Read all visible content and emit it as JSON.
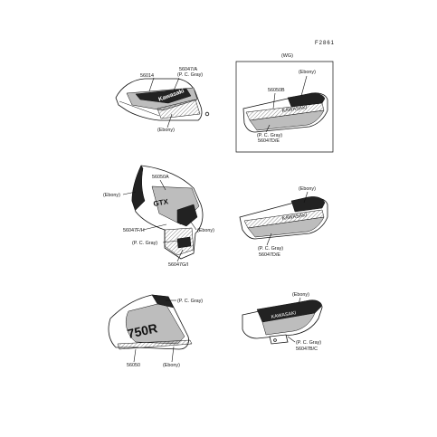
{
  "figure_id": "F2861",
  "groups": {
    "tank": {
      "labels": {
        "p1": "56014",
        "p2": "56047/A",
        "p2_color": "(P. C. Gray)",
        "p2_bottom": "(Ebony)"
      },
      "logo": "Kawasaki"
    },
    "side_wg": {
      "header": "(WG)",
      "labels": {
        "ebony": "(Ebony)",
        "p1": "56050B",
        "gray": "(P. C. Gray)",
        "p2": "56047D/E"
      }
    },
    "fairing": {
      "labels": {
        "p1": "56050A",
        "ebony_left": "(Ebony)",
        "p2": "56047F/H",
        "ebony_right": "(Ebony)",
        "gray": "(P. C. Gray)",
        "p3": "56047G/I"
      },
      "logo": "GTX"
    },
    "side_2": {
      "labels": {
        "ebony": "(Ebony)",
        "gray": "(P. C. Gray)",
        "p1": "56047D/E"
      }
    },
    "lower": {
      "labels": {
        "gray": "(P. C. Gray)",
        "p1": "56050",
        "ebony": "(Ebony)"
      },
      "logo": "750R"
    },
    "tail": {
      "labels": {
        "ebony": "(Ebony)",
        "gray": "(P. C. Gray)",
        "p1": "56047B/C"
      }
    }
  }
}
